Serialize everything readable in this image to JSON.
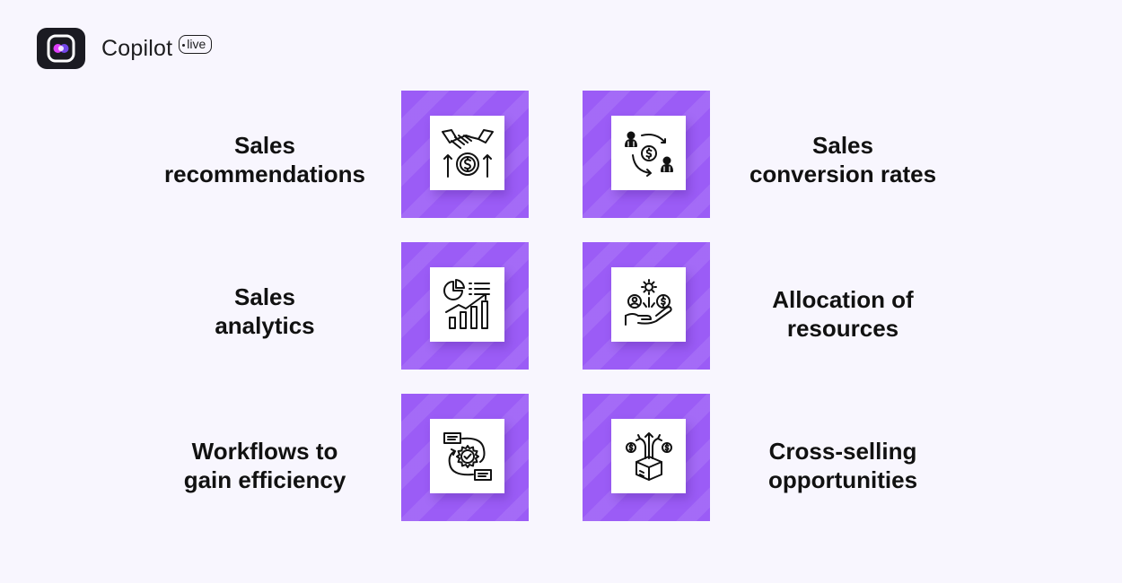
{
  "brand": {
    "name": "Copilot",
    "badge": "live"
  },
  "items": [
    {
      "line1": "Sales",
      "line2": "recommendations",
      "icon": "handshake-dollar-icon"
    },
    {
      "line1": "Sales",
      "line2": "conversion rates",
      "icon": "conversion-cycle-icon"
    },
    {
      "line1": "Sales",
      "line2": "analytics",
      "icon": "analytics-chart-icon"
    },
    {
      "line1": "Allocation of",
      "line2": "resources",
      "icon": "resource-hand-icon"
    },
    {
      "line1": "Workflows to",
      "line2": "gain efficiency",
      "icon": "workflow-gear-icon"
    },
    {
      "line1": "Cross-selling",
      "line2": "opportunities",
      "icon": "cross-sell-box-icon"
    }
  ],
  "colors": {
    "tile": "#9b5cf6",
    "background": "#f8f6fe",
    "text": "#111111"
  }
}
